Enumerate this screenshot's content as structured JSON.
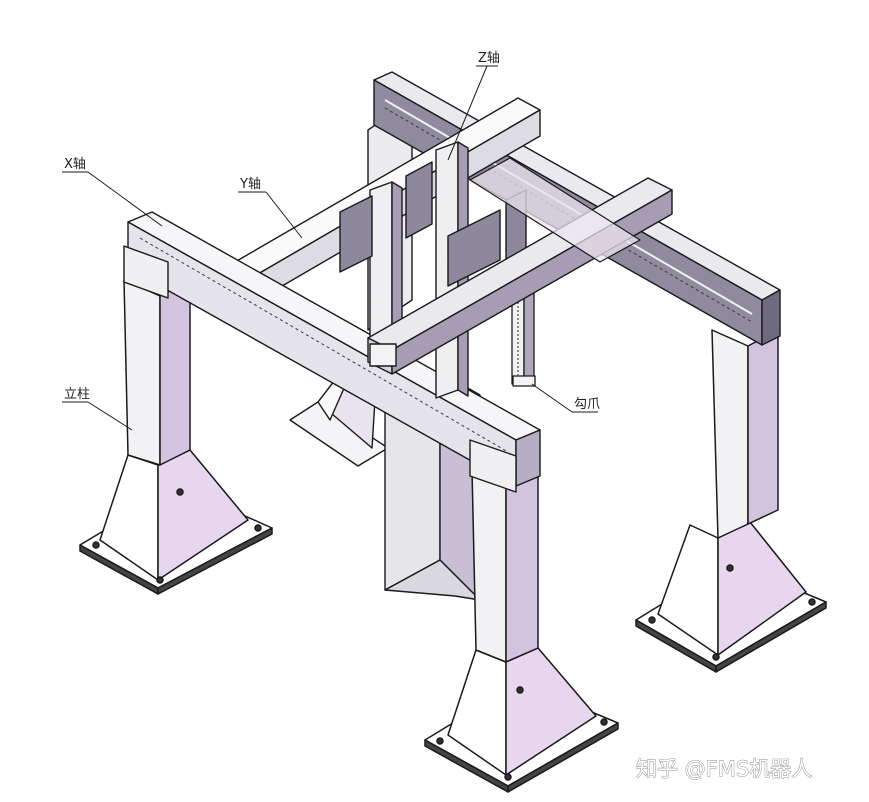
{
  "labels": {
    "x_axis": "X轴",
    "y_axis": "Y轴",
    "z_axis": "Z轴",
    "column": "立柱",
    "gripper": "勾爪"
  },
  "watermark": "知乎 @FMS机器人",
  "colors": {
    "line": "#1a1a1a",
    "steel_light": "#eeeef2",
    "steel_dark": "#9a93a8",
    "lilac": "#d8c6e0",
    "base_light": "#f7f7f9",
    "background": "#ffffff"
  }
}
